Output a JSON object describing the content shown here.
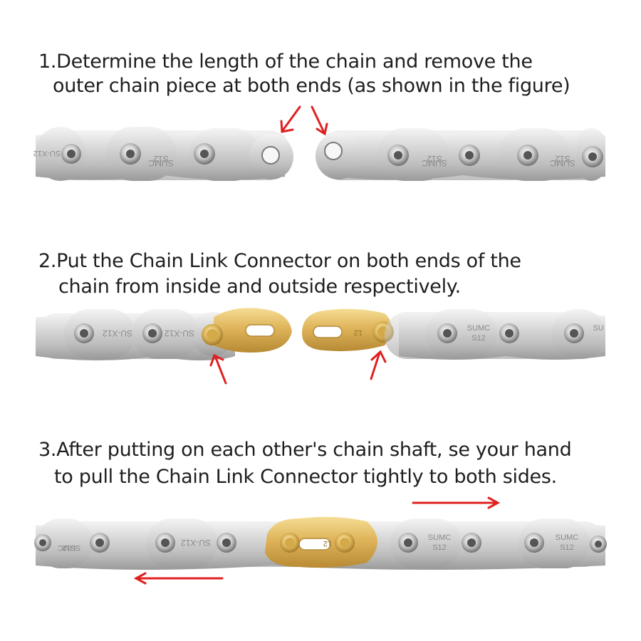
{
  "steps": [
    {
      "line1": "1.Determine the length of the chain and remove the",
      "line2": "outer chain piece at both ends (as shown in the figure)"
    },
    {
      "line1": "2.Put the Chain Link Connector on both ends of the",
      "line2": "chain from inside and outside respectively."
    },
    {
      "line1": "3.After putting on each other's chain shaft,  se your hand",
      "line2": "to pull the Chain Link Connector tightly to both sides."
    }
  ],
  "chain_markings": {
    "brand": "SUMC",
    "model": "S12",
    "alt": "SU-X12",
    "connector_mark": "12"
  },
  "colors": {
    "text": "#1e1e1e",
    "arrow": "#e02020",
    "chain_silver": "#c9c9c9",
    "connector_gold": "#d9b45a"
  }
}
